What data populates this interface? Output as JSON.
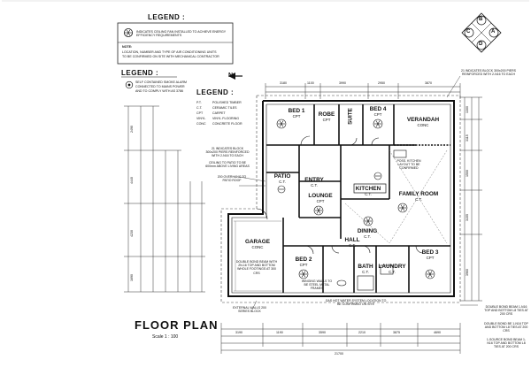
{
  "legend_fan": {
    "title": "LEGEND :",
    "item": "INDICATES CEILING FAN INSTALLED TO ACHIEVE ENERGY EFFICIENCY REQUIREMENTS",
    "note_title": "NOTE:",
    "note": [
      "LOCATION, NUMBER AND TYPE OF AIR CONDITIONING UNITS",
      "TO BE CONFIRMED ON SITE WITH MECHANICAL CONTRACTOR"
    ]
  },
  "legend_smoke": {
    "title": "LEGEND :",
    "item": [
      "SELF CONTAINED SMOKE ALARM",
      "CONNECTED TO MAINS POWER",
      "AND TO COMPLY WITH AS 3786"
    ]
  },
  "legend_finishes": {
    "title": "LEGEND :",
    "rows": [
      {
        "code": "P.T.",
        "desc": "POLISHED TIMBER"
      },
      {
        "code": "C.T.",
        "desc": "CERAMIC TILES"
      },
      {
        "code": "CPT",
        "desc": "CARPET"
      },
      {
        "code": "VINYL",
        "desc": "VINYL FLOORING"
      },
      {
        "code": "CONC",
        "desc": "CONCRETE FLOOR"
      }
    ]
  },
  "compass": {
    "letters": [
      "B",
      "A",
      "C",
      "D"
    ],
    "north": "N"
  },
  "rooms": [
    {
      "key": "bed1",
      "name": "BED 1",
      "finish": "CPT"
    },
    {
      "key": "robe",
      "name": "ROBE",
      "finish": "CPT"
    },
    {
      "key": "suite",
      "name": "SUITE",
      "finish": "C.T."
    },
    {
      "key": "bed4",
      "name": "BED 4",
      "finish": "CPT"
    },
    {
      "key": "verandah",
      "name": "VERANDAH",
      "finish": "CONC"
    },
    {
      "key": "patio",
      "name": "PATIO",
      "finish": "C.T."
    },
    {
      "key": "entry",
      "name": "ENTRY",
      "finish": "C.T."
    },
    {
      "key": "lounge",
      "name": "LOUNGE",
      "finish": "CPT"
    },
    {
      "key": "kitchen",
      "name": "KITCHEN",
      "finish": "C.T."
    },
    {
      "key": "family",
      "name": "FAMILY ROOM",
      "finish": "C.T."
    },
    {
      "key": "garage",
      "name": "GARAGE",
      "finish": "CONC"
    },
    {
      "key": "dining",
      "name": "DINING",
      "finish": "C.T."
    },
    {
      "key": "hall",
      "name": "HALL",
      "finish": "C.T."
    },
    {
      "key": "bed2",
      "name": "BED 2",
      "finish": "CPT"
    },
    {
      "key": "bath",
      "name": "BATH",
      "finish": "C.T."
    },
    {
      "key": "laundry",
      "name": "LAUNDRY",
      "finish": "C.T."
    },
    {
      "key": "bed3",
      "name": "BED 3",
      "finish": "CPT"
    }
  ],
  "notes": {
    "block_top": "21 INDICATES BLOCK 300x200 PIERS REINFORCED WITH 2-N16 TO EACH",
    "block_mid": "21 INDICATES BLOCK 300x200 PIERS REINFORCED WITH 2-N16 TO EACH",
    "ceiling": "CEILING TO PATIO TO BE 600mm ABOVE LIVING AREAS",
    "gutter": "200 OVERHANG TO PATIO ROOF",
    "beam_garage": "DOUBLE BOND BEAM WITH 2N-16 TOP AND BOTTOM WHOLE FOOTINGS AT 300 CRS",
    "wing_walls": "WINGING WALLS TO BE STEEL METAL FRAMES",
    "pipe_kitchen": "POSS. KITCHEN LAYOUT TO BE CONFIRMED",
    "gas": "GAS HOT WATER SYSTEM LOCATION TO BE CONFIRMED ON SITE",
    "external": "EXTERNAL WALLS 200 SERIES BLOCK",
    "beam_r1": "DOUBLE BOND BEAM 1-N16 TOP AND BOTTOM L8 TIES AT 200 CRS",
    "beam_r2": "DOUBLE BOND BE 1-N16 TOP AND BOTTOM L8 TIES AT 200 CRS",
    "beam_r3": "1-SOURCE BOND BEAM 1-N16 TOP AND BOTTOM L8 TIES AT 200 CRS"
  },
  "dimensions": {
    "top": [
      "3180",
      "1100",
      "3990",
      "2950",
      "3870"
    ],
    "bottom": [
      "3190",
      "1190",
      "3590",
      "2210",
      "3875",
      "4690"
    ],
    "bottom_total": "21700",
    "left": [
      "2490",
      "4440",
      "4230",
      "1690"
    ],
    "right": [
      "1300",
      "3115",
      "1500",
      "3155",
      "3960"
    ]
  },
  "title": {
    "main": "FLOOR PLAN",
    "scale": "Scale 1 : 100"
  }
}
